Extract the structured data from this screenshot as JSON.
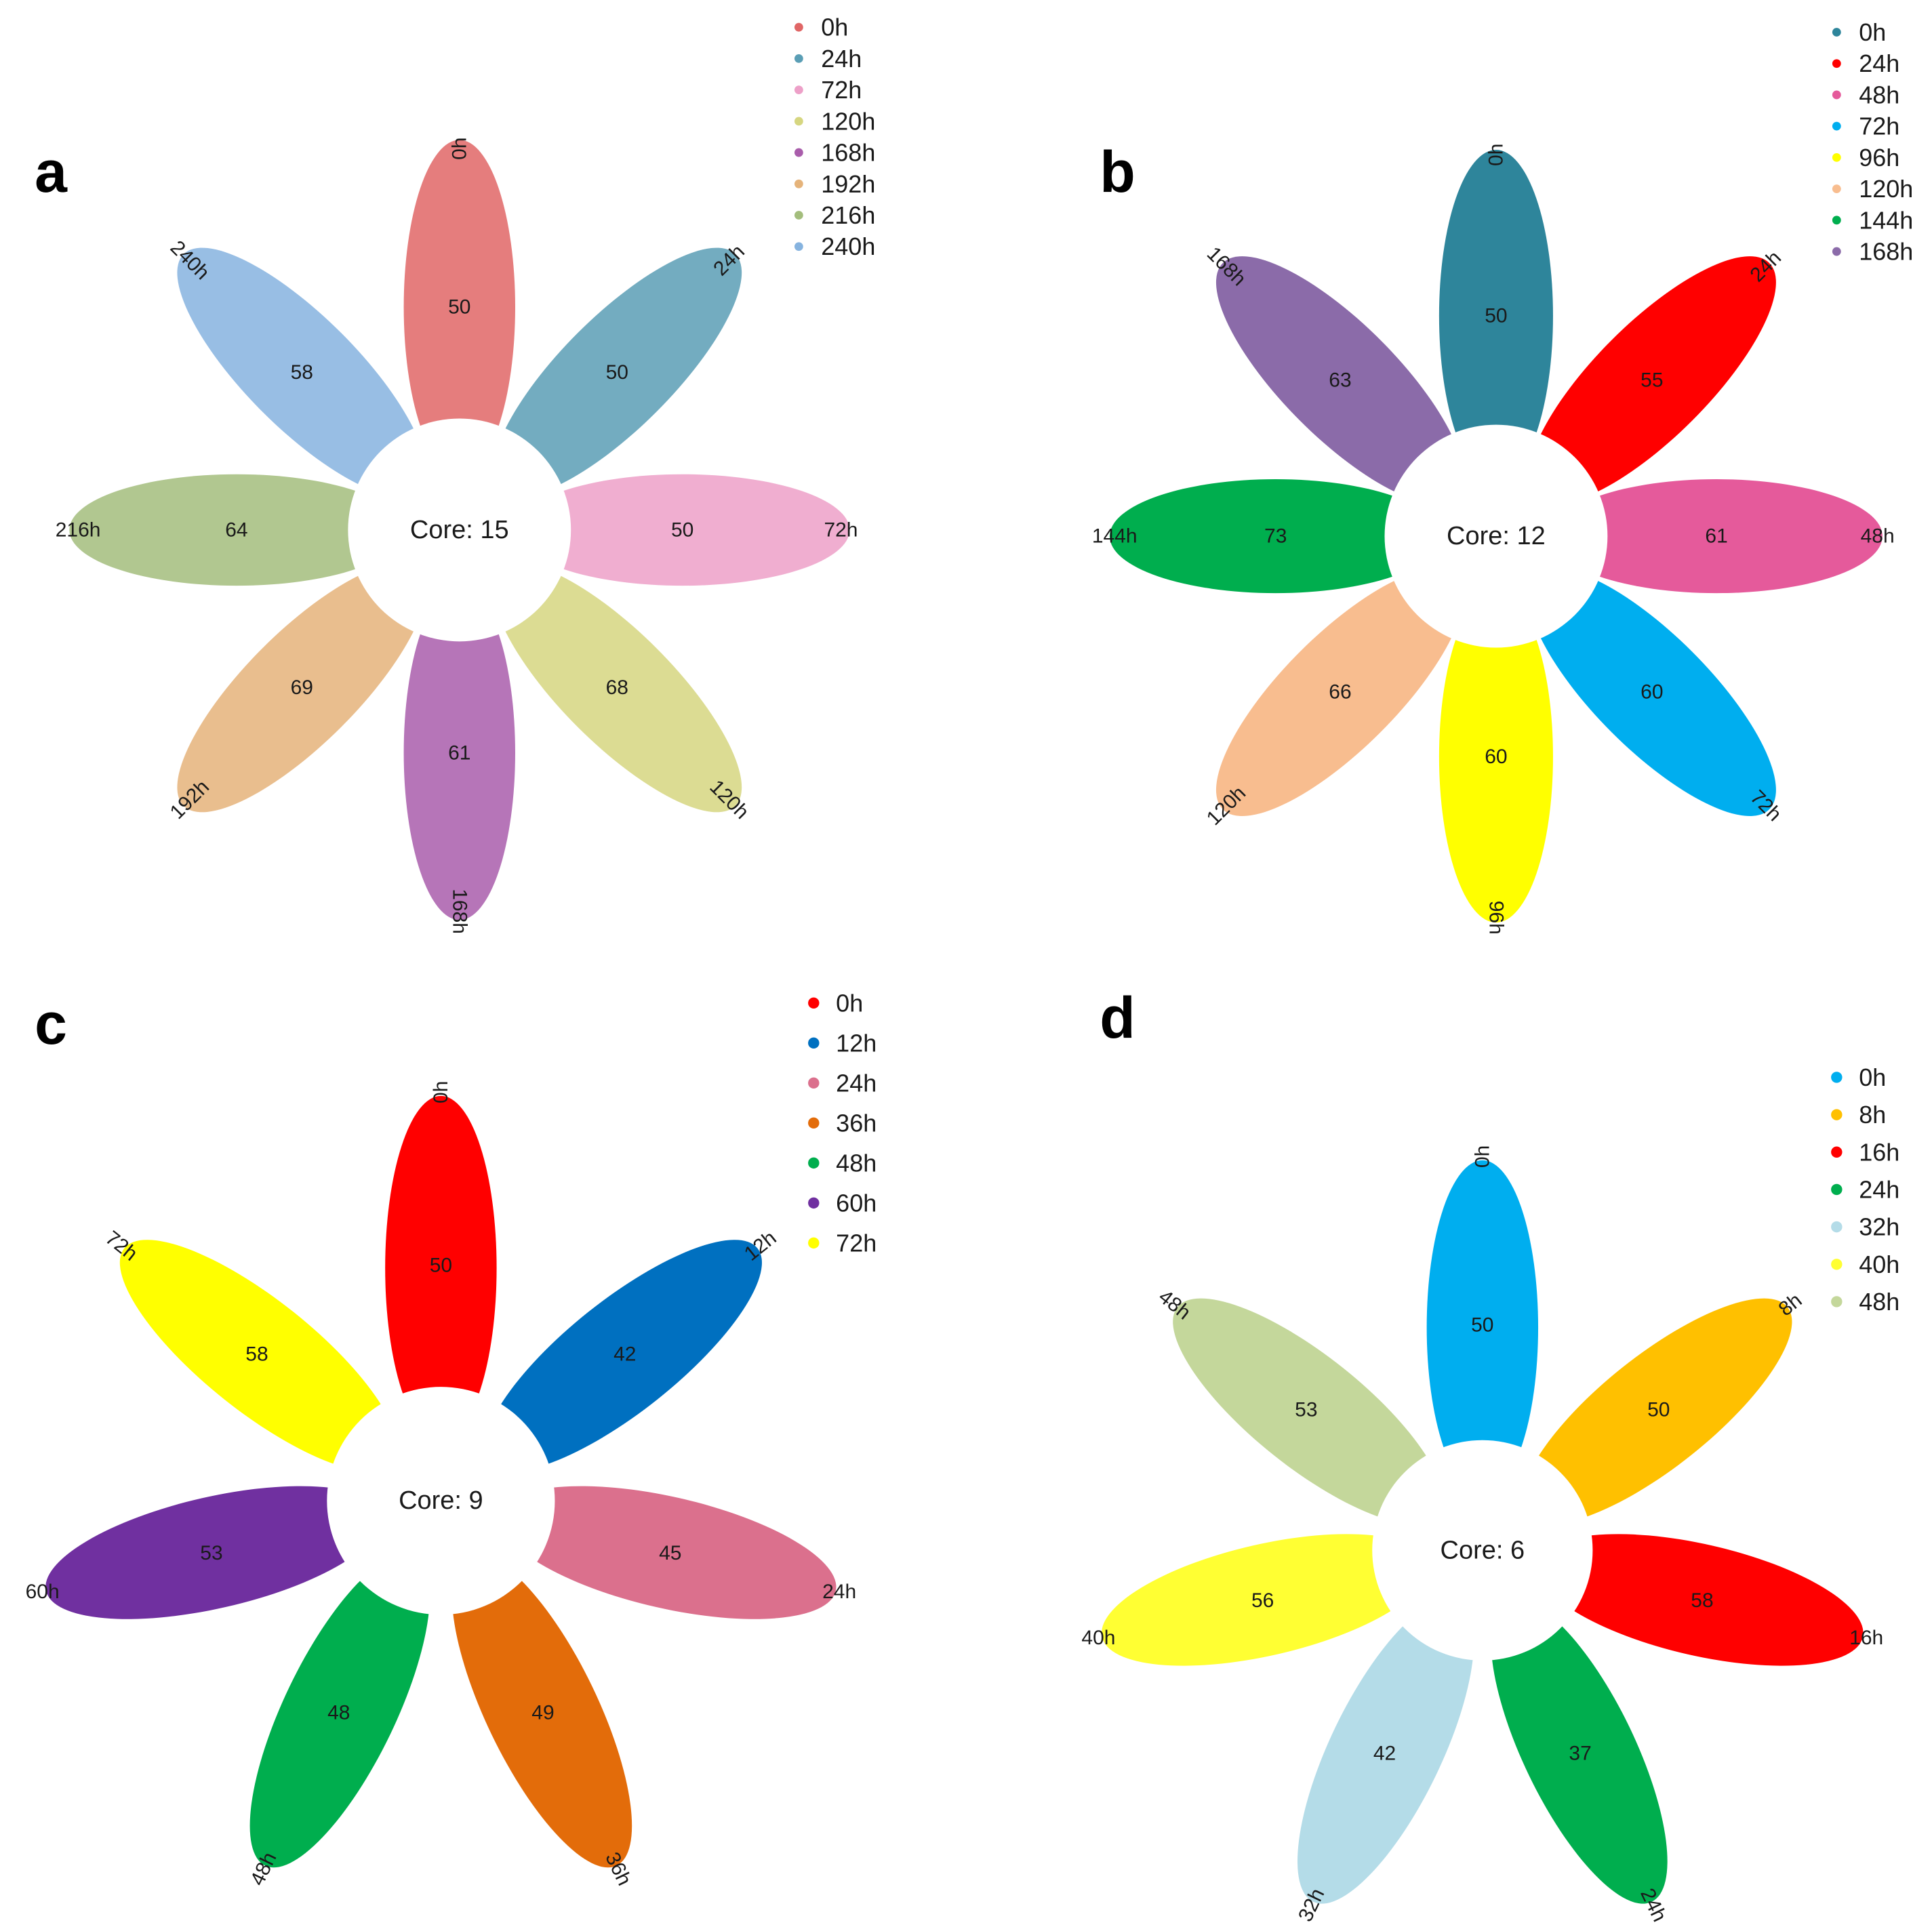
{
  "chart_data": [
    {
      "type": "flower",
      "panel": "a",
      "core": "Core: 15",
      "petals": [
        {
          "label": "0h",
          "value": 50,
          "color": "#e06666"
        },
        {
          "label": "24h",
          "value": 50,
          "color": "#5a9eb5"
        },
        {
          "label": "72h",
          "value": 50,
          "color": "#eda0c8"
        },
        {
          "label": "120h",
          "value": 68,
          "color": "#d6d680"
        },
        {
          "label": "168h",
          "value": 61,
          "color": "#a95dab"
        },
        {
          "label": "192h",
          "value": 69,
          "color": "#e5b37a"
        },
        {
          "label": "216h",
          "value": 64,
          "color": "#a3bd7c"
        },
        {
          "label": "240h",
          "value": 58,
          "color": "#86b3df"
        }
      ],
      "legend": [
        "0h",
        "24h",
        "72h",
        "120h",
        "168h",
        "192h",
        "216h",
        "240h"
      ]
    },
    {
      "type": "flower",
      "panel": "b",
      "core": "Core:  12",
      "petals": [
        {
          "label": "0h",
          "value": 50,
          "color": "#2e859b"
        },
        {
          "label": "24h",
          "value": 55,
          "color": "#ff0000"
        },
        {
          "label": "48h",
          "value": 61,
          "color": "#e55a9b"
        },
        {
          "label": "72h",
          "value": 60,
          "color": "#00aeef"
        },
        {
          "label": "96h",
          "value": 60,
          "color": "#ffff00"
        },
        {
          "label": "120h",
          "value": 66,
          "color": "#f8bd8f"
        },
        {
          "label": "144h",
          "value": 73,
          "color": "#00ae4e"
        },
        {
          "label": "168h",
          "value": 63,
          "color": "#8b6ba9"
        }
      ],
      "legend": [
        "0h",
        "24h",
        "48h",
        "72h",
        "96h",
        "120h",
        "144h",
        "168h"
      ]
    },
    {
      "type": "flower",
      "panel": "c",
      "core": "Core: 9",
      "petals": [
        {
          "label": "0h",
          "value": 50,
          "color": "#ff0000"
        },
        {
          "label": "12h",
          "value": 42,
          "color": "#0070c0"
        },
        {
          "label": "24h",
          "value": 45,
          "color": "#db708d"
        },
        {
          "label": "36h",
          "value": 49,
          "color": "#e36c0a"
        },
        {
          "label": "48h",
          "value": 48,
          "color": "#00ae4e"
        },
        {
          "label": "60h",
          "value": 53,
          "color": "#7030a0"
        },
        {
          "label": "72h",
          "value": 58,
          "color": "#ffff00"
        }
      ],
      "legend": [
        "0h",
        "12h",
        "24h",
        "36h",
        "48h",
        "60h",
        "72h"
      ]
    },
    {
      "type": "flower",
      "panel": "d",
      "core": "Core: 6",
      "petals": [
        {
          "label": "0h",
          "value": 50,
          "color": "#00aeef"
        },
        {
          "label": "8h",
          "value": 50,
          "color": "#ffc000"
        },
        {
          "label": "16h",
          "value": 58,
          "color": "#ff0000"
        },
        {
          "label": "24h",
          "value": 37,
          "color": "#00ae4e"
        },
        {
          "label": "32h",
          "value": 42,
          "color": "#b4dce8"
        },
        {
          "label": "40h",
          "value": 56,
          "color": "#ffff33"
        },
        {
          "label": "48h",
          "value": 53,
          "color": "#c4d79b"
        }
      ],
      "legend": [
        "0h",
        "8h",
        "16h",
        "24h",
        "32h",
        "40h",
        "48h"
      ]
    }
  ]
}
